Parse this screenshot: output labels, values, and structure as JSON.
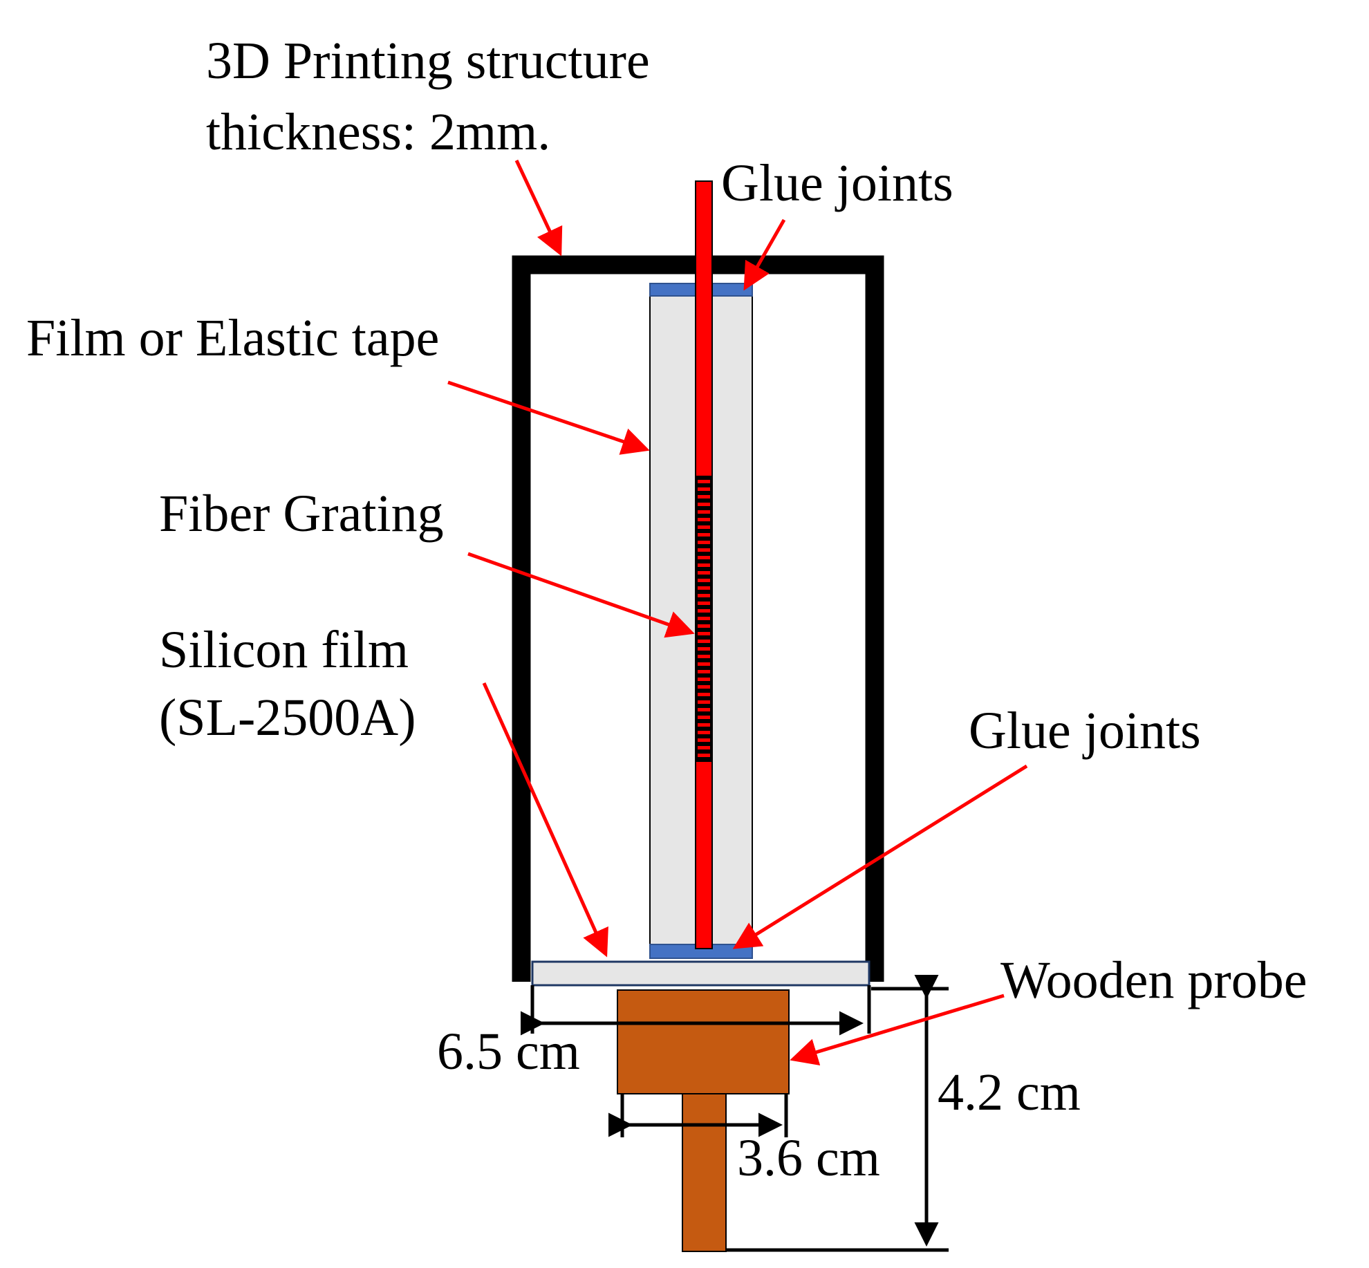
{
  "labels": {
    "printing_line1": "3D Printing structure",
    "printing_line2": "thickness: 2mm.",
    "glue_top": "Glue joints",
    "film_tape": "Film or Elastic tape",
    "fiber_grating": "Fiber Grating",
    "silicon_line1": "Silicon film",
    "silicon_line2": "(SL-2500A)",
    "glue_bottom": "Glue joints",
    "wooden_probe": "Wooden probe",
    "dim_width": "6.5 cm",
    "dim_probe_width": "3.6 cm",
    "dim_height": "4.2 cm"
  },
  "colors": {
    "frame": "#000000",
    "fiber": "#ff0000",
    "arrow": "#ff0000",
    "film": "#e6e6e6",
    "glue": "#4472c4",
    "probe": "#c55a11",
    "grating_marks": "#000000"
  }
}
